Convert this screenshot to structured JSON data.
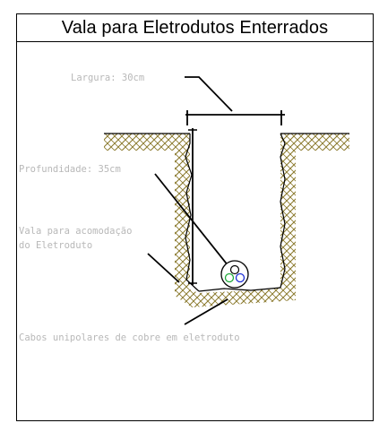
{
  "title": "Vala para Eletrodutos Enterrados",
  "labels": {
    "largura": "Largura: 30cm",
    "profundidade": "Profundidade: 35cm",
    "vala_line1": "Vala para acomodação",
    "vala_line2": "do Eletroduto",
    "cabos": "Cabos unipolares de cobre em eletroduto"
  },
  "colors": {
    "hatch": "#8b7a2e",
    "line": "#000000",
    "label_text": "#b8b8b8",
    "cable_green": "#1faa3a",
    "cable_blue": "#1d2fd6",
    "cable_black": "#000000"
  }
}
